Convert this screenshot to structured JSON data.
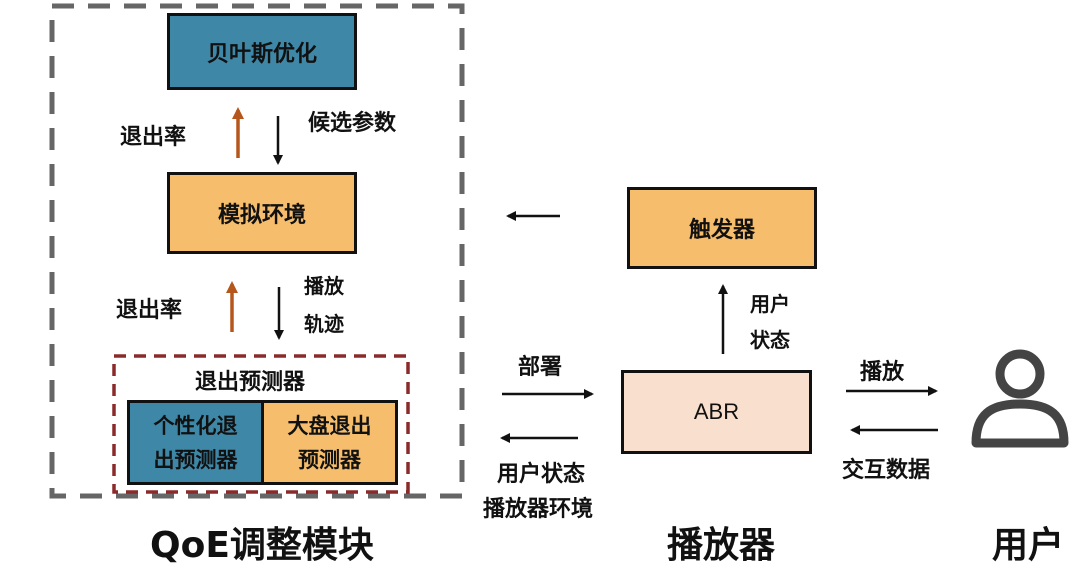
{
  "module": {
    "title": "QoE调整模块",
    "bayes": "贝叶斯优化",
    "sim_env": "模拟环境",
    "exit_rate_1": "退出率",
    "candidate_params": "候选参数",
    "exit_rate_2": "退出率",
    "playback_traj_1": "播放",
    "playback_traj_2": "轨迹",
    "predictor_title": "退出预测器",
    "personal_pred_1": "个性化退",
    "personal_pred_2": "出预测器",
    "global_pred_1": "大盘退出",
    "global_pred_2": "预测器"
  },
  "flow": {
    "deploy": "部署",
    "user_state_env_1": "用户状态",
    "user_state_env_2": "播放器环境"
  },
  "player": {
    "title": "播放器",
    "trigger": "触发器",
    "abr": "ABR",
    "user_state_1": "用户",
    "user_state_2": "状态"
  },
  "user": {
    "title": "用户",
    "play": "播放",
    "interaction_data": "交互数据",
    "icon": "user-icon"
  },
  "colors": {
    "blue": "#3f87a6",
    "orange": "#f6be6c",
    "peach": "#f9dfcd",
    "up_arrow": "#b5561c",
    "dashed_border": "#666666",
    "predictor_border": "#8b2a2a"
  }
}
